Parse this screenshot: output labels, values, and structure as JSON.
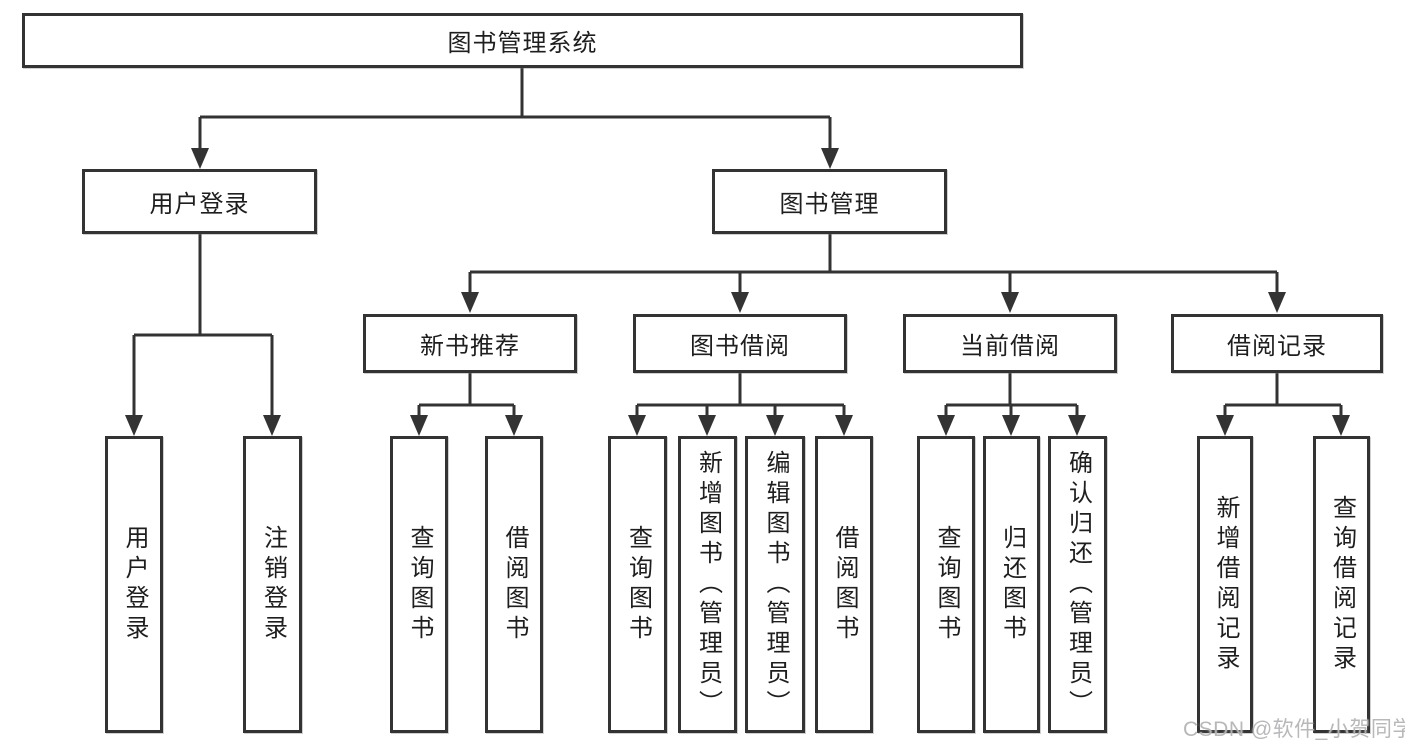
{
  "diagram": {
    "root": {
      "label": "图书管理系统"
    },
    "level2": {
      "user_login": {
        "label": "用户登录"
      },
      "book_mgmt": {
        "label": "图书管理"
      }
    },
    "level3": {
      "new_book": {
        "label": "新书推荐"
      },
      "book_borrow": {
        "label": "图书借阅"
      },
      "current_borrow": {
        "label": "当前借阅"
      },
      "borrow_records": {
        "label": "借阅记录"
      }
    },
    "leaves": {
      "user_login": [
        "用户登录",
        "注销登录"
      ],
      "new_book": [
        "查询图书",
        "借阅图书"
      ],
      "book_borrow": [
        "查询图书",
        "新增图书（管理员）",
        "编辑图书（管理员）",
        "借阅图书"
      ],
      "current_borrow": [
        "查询图书",
        "归还图书",
        "确认归还（管理员）"
      ],
      "borrow_records": [
        "新增借阅记录",
        "查询借阅记录"
      ]
    },
    "watermark": "CSDN @软件_小贺同学",
    "colors": {
      "line": "#333333",
      "text": "#1e1e1e",
      "background": "#ffffff",
      "watermark": "#b2b2b5"
    }
  }
}
